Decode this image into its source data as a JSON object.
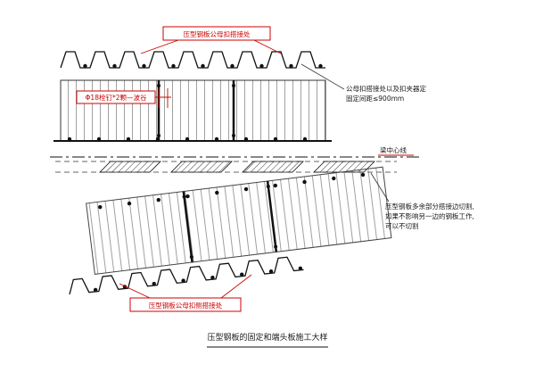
{
  "labels": {
    "top_note": "压型钢板公母扣搭接处",
    "stud_note": "Φ18栓钉*2颗—波谷",
    "fastener_note_1": "公母扣搭接处以及扣夹器定",
    "fastener_note_2": "固定间距≤900mm",
    "beam_centerline": "梁中心线",
    "cut_note_1": "压型钢板多余部分搭接边切割,",
    "cut_note_2": "如果不影响另一边的钢板工作,",
    "cut_note_3": "可以不切割",
    "bottom_note": "压型钢板公母扣侧搭接处",
    "caption": "压型钢板的固定和端头板施工大样"
  },
  "colors": {
    "annotation_red": "#cc0000",
    "line_black": "#000000"
  }
}
